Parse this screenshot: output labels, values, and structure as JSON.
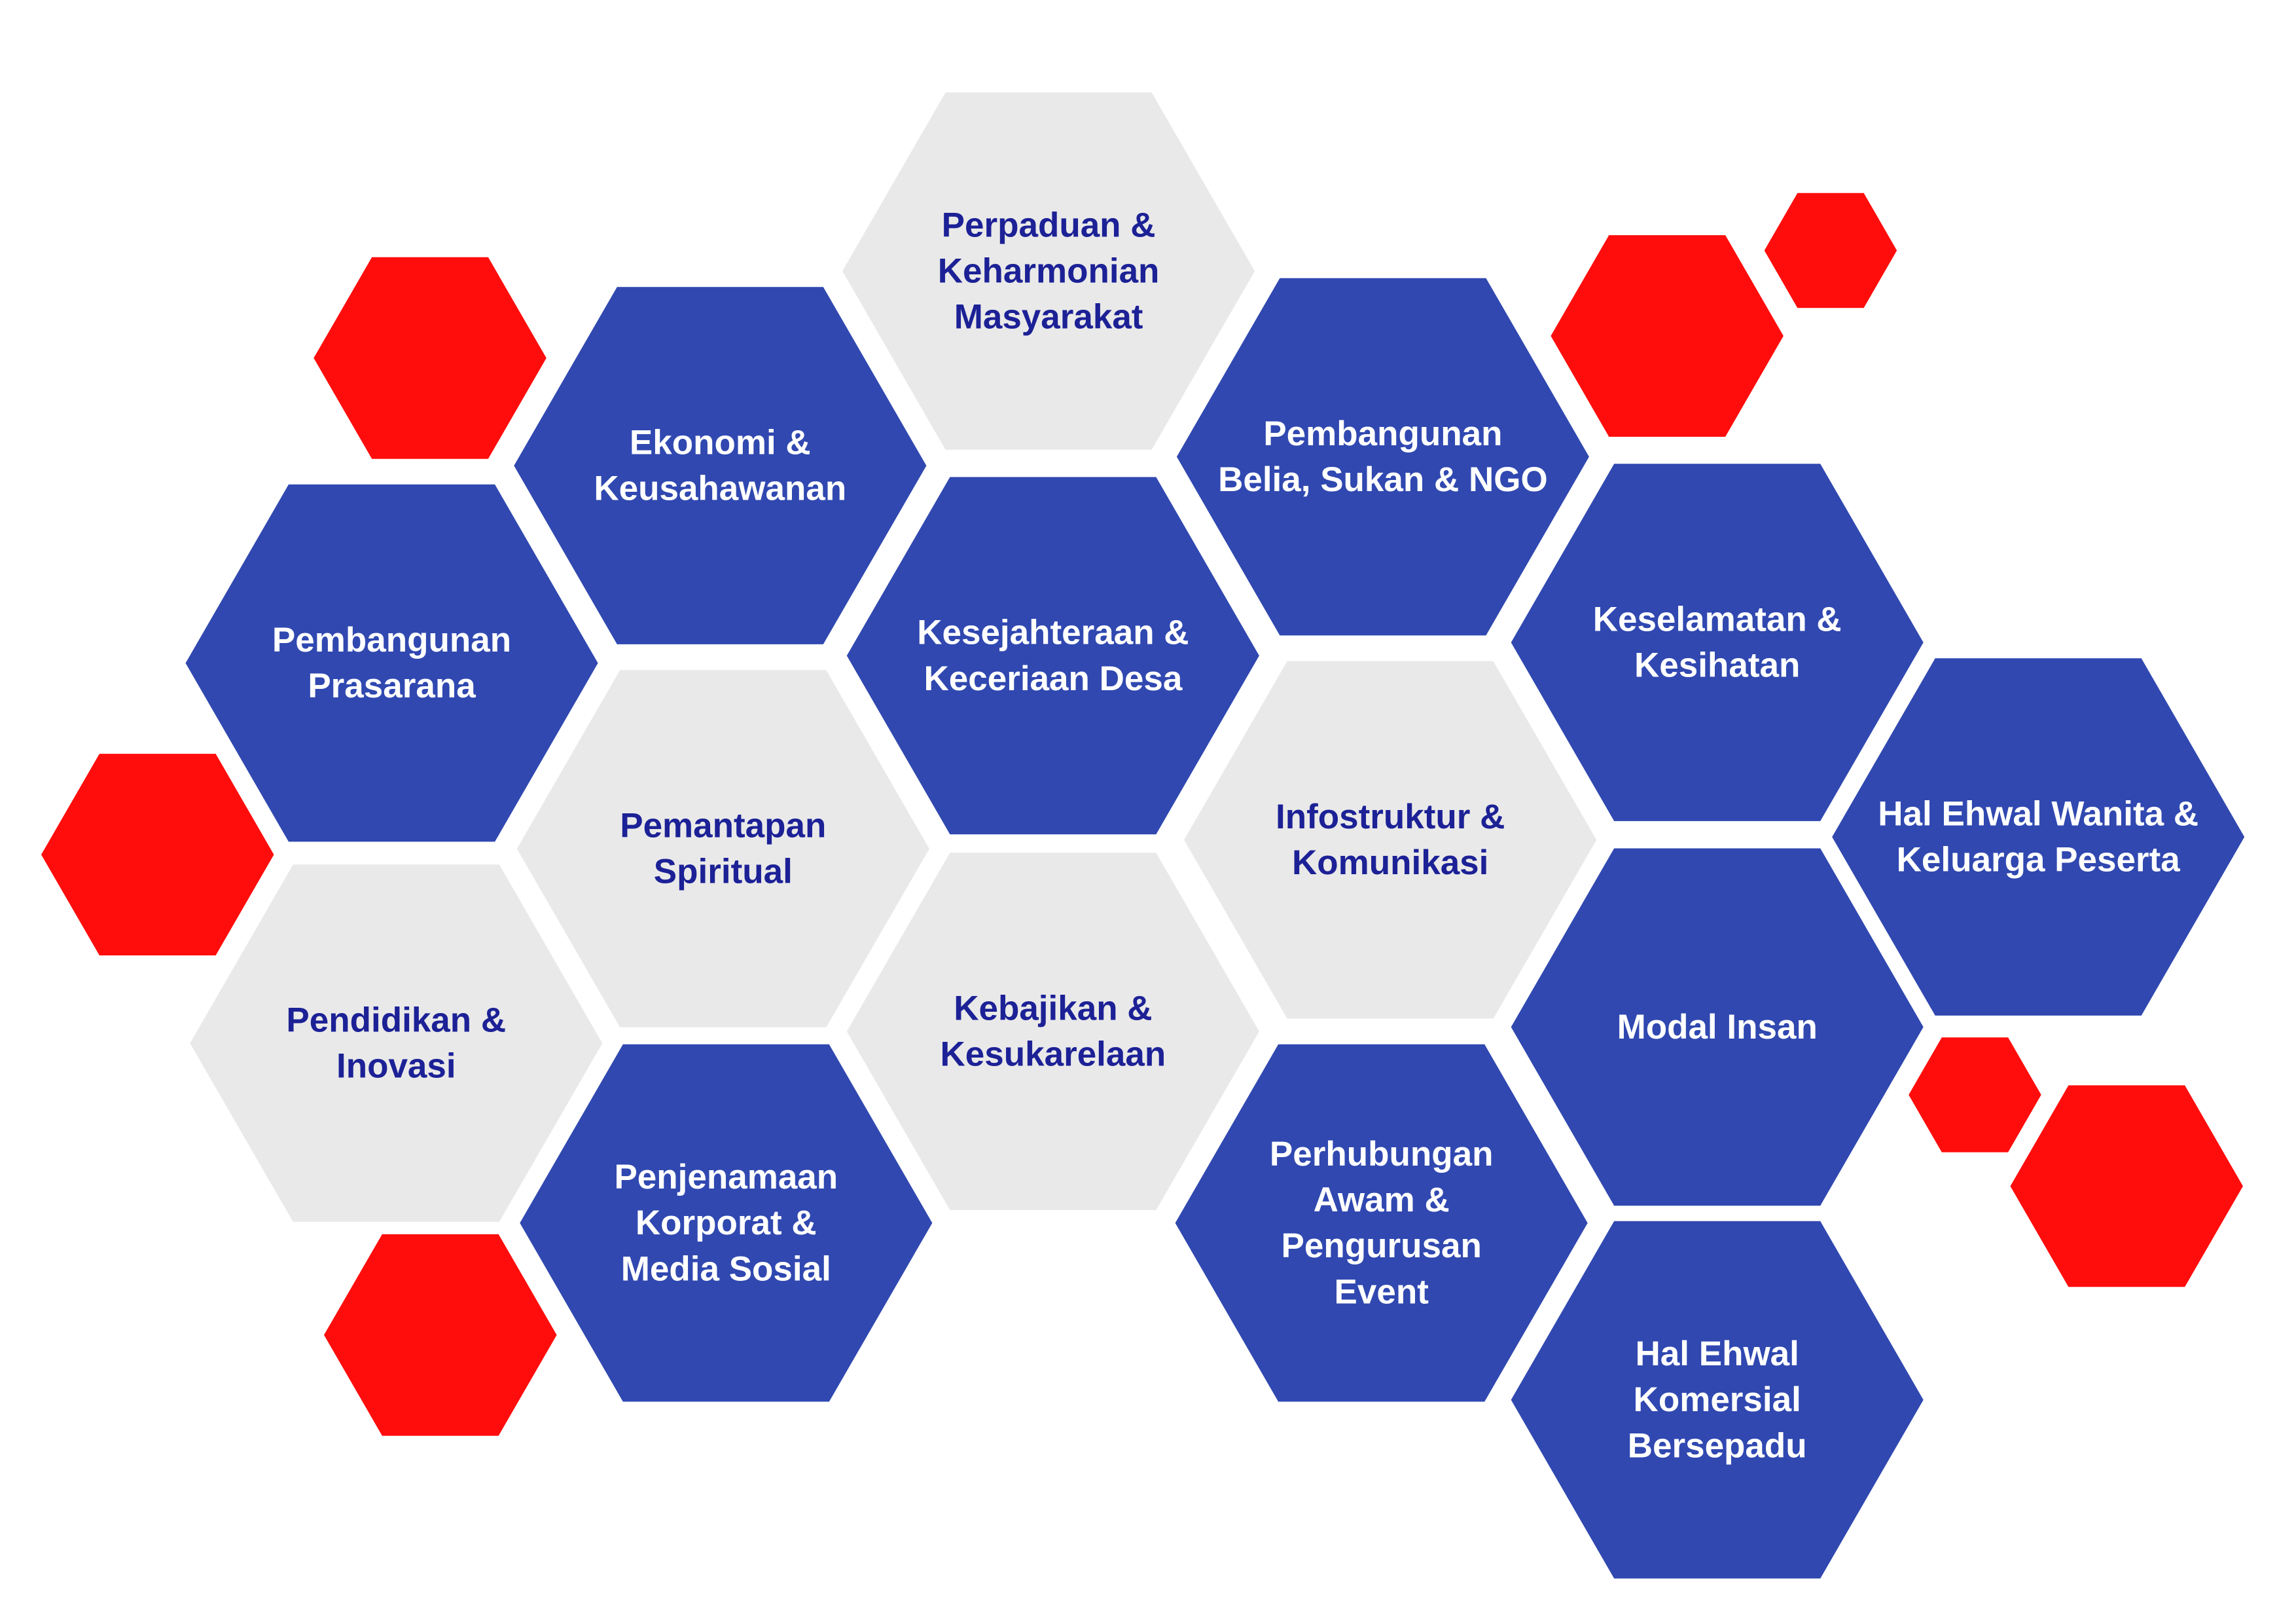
{
  "colors": {
    "blue_fill": "#3048b0",
    "grey_fill": "#e9e9e9",
    "red_fill": "#ff0d0d",
    "white_text": "#ffffff",
    "navy_text": "#1c2196"
  },
  "hexagons": [
    {
      "name": "hex-perpaduan",
      "style": "grey",
      "lines": [
        "Perpaduan &",
        "Keharmonian",
        "Masyarakat"
      ]
    },
    {
      "name": "hex-ekonomi",
      "style": "blue",
      "lines": [
        "Ekonomi &",
        "Keusahawanan"
      ]
    },
    {
      "name": "hex-pembangunan-belia",
      "style": "blue",
      "lines": [
        "Pembangunan",
        "Belia, Sukan & NGO"
      ]
    },
    {
      "name": "hex-pembangunan-prasarana",
      "style": "blue",
      "lines": [
        "Pembangunan",
        "Prasarana"
      ]
    },
    {
      "name": "hex-kesejahteraan",
      "style": "blue",
      "lines": [
        "Kesejahteraan &",
        "Keceriaan Desa"
      ]
    },
    {
      "name": "hex-keselamatan",
      "style": "blue",
      "lines": [
        "Keselamatan &",
        "Kesihatan"
      ]
    },
    {
      "name": "hex-pemantapan",
      "style": "grey",
      "lines": [
        "Pemantapan",
        "Spiritual"
      ]
    },
    {
      "name": "hex-infostruktur",
      "style": "grey",
      "lines": [
        "Infostruktur &",
        "Komunikasi"
      ]
    },
    {
      "name": "hex-hal-ehwal-wanita",
      "style": "blue",
      "lines": [
        "Hal Ehwal Wanita &",
        "Keluarga Peserta"
      ]
    },
    {
      "name": "hex-pendidikan",
      "style": "grey",
      "lines": [
        "Pendidikan &",
        "Inovasi"
      ]
    },
    {
      "name": "hex-kebajikan",
      "style": "grey",
      "lines": [
        "Kebajikan &",
        "Kesukarelaan"
      ]
    },
    {
      "name": "hex-modal-insan",
      "style": "blue",
      "lines": [
        "Modal Insan"
      ]
    },
    {
      "name": "hex-penjenamaan",
      "style": "blue",
      "lines": [
        "Penjenamaan",
        "Korporat &",
        "Media Sosial"
      ]
    },
    {
      "name": "hex-perhubungan",
      "style": "blue",
      "lines": [
        "Perhubungan",
        "Awam &",
        "Pengurusan",
        "Event"
      ]
    },
    {
      "name": "hex-hal-ehwal-komersial",
      "style": "blue",
      "lines": [
        "Hal Ehwal",
        "Komersial",
        "Bersepadu"
      ]
    }
  ],
  "decorations": [
    {
      "name": "red-hex-decoration",
      "style": "red"
    },
    {
      "name": "red-hex-decoration",
      "style": "red"
    },
    {
      "name": "red-hex-decoration",
      "style": "red"
    },
    {
      "name": "red-hex-decoration",
      "style": "red"
    },
    {
      "name": "red-hex-decoration",
      "style": "red"
    },
    {
      "name": "red-hex-decoration",
      "style": "red"
    },
    {
      "name": "red-hex-decoration",
      "style": "red"
    }
  ]
}
